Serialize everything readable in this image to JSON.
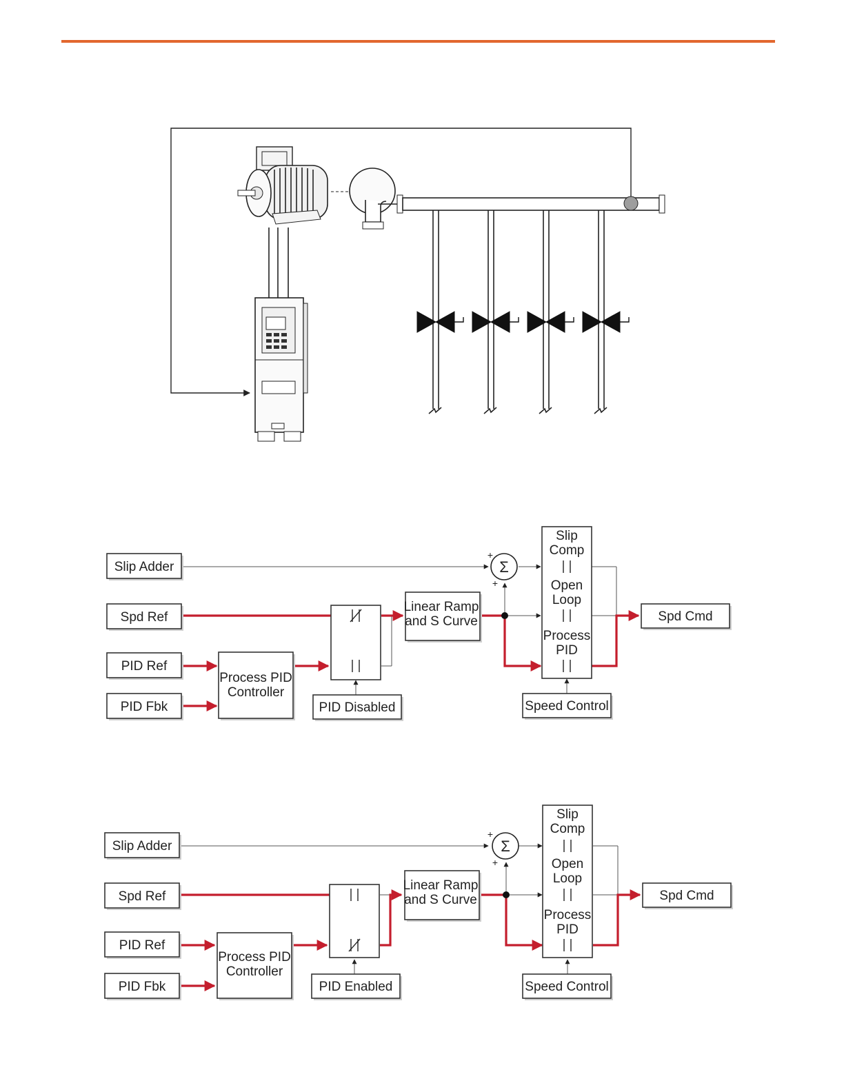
{
  "diagram1": {
    "labels": {
      "slip_adder": "Slip Adder",
      "spd_ref": "Spd Ref",
      "pid_ref": "PID Ref",
      "pid_fbk": "PID Fbk",
      "pid_ctrl_1": "Process PID",
      "pid_ctrl_2": "Controller",
      "pid_switch": "PID Disabled",
      "ramp_1": "Linear Ramp",
      "ramp_2": "and S Curve",
      "slip_1": "Slip",
      "slip_2": "Comp",
      "open_1": "Open",
      "open_2": "Loop",
      "proc_1": "Process",
      "proc_2": "PID",
      "speed_control": "Speed Control",
      "spd_cmd": "Spd Cmd",
      "sum_symbol": "Σ",
      "plus": "+"
    }
  },
  "diagram2": {
    "labels": {
      "slip_adder": "Slip Adder",
      "spd_ref": "Spd Ref",
      "pid_ref": "PID Ref",
      "pid_fbk": "PID Fbk",
      "pid_ctrl_1": "Process PID",
      "pid_ctrl_2": "Controller",
      "pid_switch": "PID Enabled",
      "ramp_1": "Linear Ramp",
      "ramp_2": "and S Curve",
      "slip_1": "Slip",
      "slip_2": "Comp",
      "open_1": "Open",
      "open_2": "Loop",
      "proc_1": "Process",
      "proc_2": "PID",
      "speed_control": "Speed Control",
      "spd_cmd": "Spd Cmd",
      "sum_symbol": "Σ",
      "plus": "+"
    }
  },
  "colors": {
    "accent_rule": "#e2672e",
    "active_path": "#c41e2d"
  }
}
